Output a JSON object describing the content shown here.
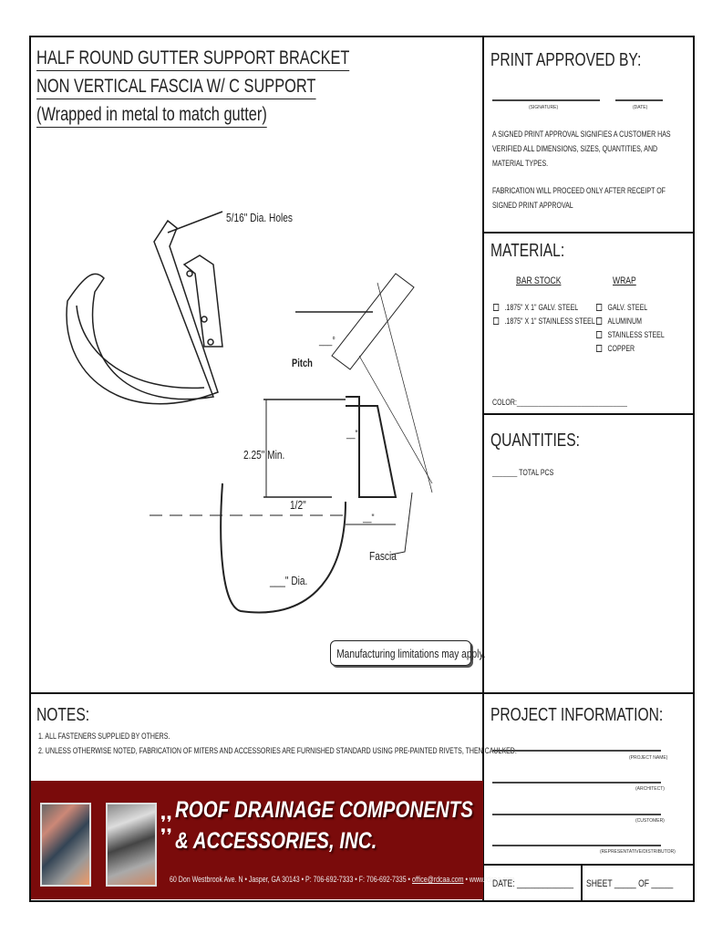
{
  "title": {
    "line1": "HALF ROUND GUTTER SUPPORT BRACKET",
    "line2": "NON VERTICAL FASCIA W/ C SUPPORT",
    "line3": "(Wrapped in metal to match gutter)"
  },
  "drawing": {
    "holes": "5/16\" Dia. Holes",
    "pitch": "Pitch",
    "blank_deg": "___°",
    "blank_in1": "__\"",
    "min": "2.25\" Min.",
    "half": "1/2\"",
    "blank_in2": "__\"",
    "blank_in3": "__\"",
    "fascia": "Fascia",
    "dia": "___\" Dia.",
    "note": "Manufacturing limitations may apply."
  },
  "approval": {
    "heading": "PRINT APPROVED BY:",
    "signature": "(SIGNATURE)",
    "date": "(DATE)",
    "text1": "A SIGNED PRINT APPROVAL SIGNIFIES A CUSTOMER HAS",
    "text2": "VERIFIED ALL DIMENSIONS, SIZES, QUANTITIES, AND",
    "text3": "MATERIAL TYPES.",
    "text4": "FABRICATION WILL PROCEED ONLY AFTER RECEIPT OF",
    "text5": "SIGNED PRINT APPROVAL"
  },
  "material": {
    "heading": "MATERIAL:",
    "bar_stock": "BAR STOCK",
    "wrap": "WRAP",
    "bar_options": [
      ".1875\" X 1\" GALV. STEEL",
      ".1875\" X 1\" STAINLESS STEEL"
    ],
    "wrap_options": [
      "GALV. STEEL",
      "ALUMINUM",
      "STAINLESS STEEL",
      "COPPER"
    ],
    "color": "COLOR:_______________________________"
  },
  "quantities": {
    "heading": "QUANTITIES:",
    "total": "_______ TOTAL PCS"
  },
  "notes": {
    "heading": "NOTES:",
    "items": [
      "1.  ALL FASTENERS SUPPLIED BY OTHERS.",
      "2.  UNLESS OTHERWISE NOTED, FABRICATION OF MITERS AND ACCESSORIES ARE FURNISHED STANDARD USING PRE-PAINTED RIVETS, THEN CAULKED."
    ]
  },
  "company": {
    "line1": "ROOF DRAINAGE COMPONENTS",
    "line2": "& ACCESSORIES, INC.",
    "address": "60 Don Westbrook Ave. N • Jasper, GA 30143 • P: 706-692-7333 • F: 706-692-7335 •",
    "email": "office@rdcaa.com",
    "web": "• www.rdcaa.com"
  },
  "project": {
    "heading": "PROJECT INFORMATION:",
    "project_name": "(PROJECT NAME)",
    "architect": "(ARCHITECT)",
    "customer": "(CUSTOMER)",
    "rep": "(REPRESENTATIVE/DISTRIBUTOR)",
    "date": "DATE: _____________",
    "sheet": "SHEET _____ OF _____"
  }
}
